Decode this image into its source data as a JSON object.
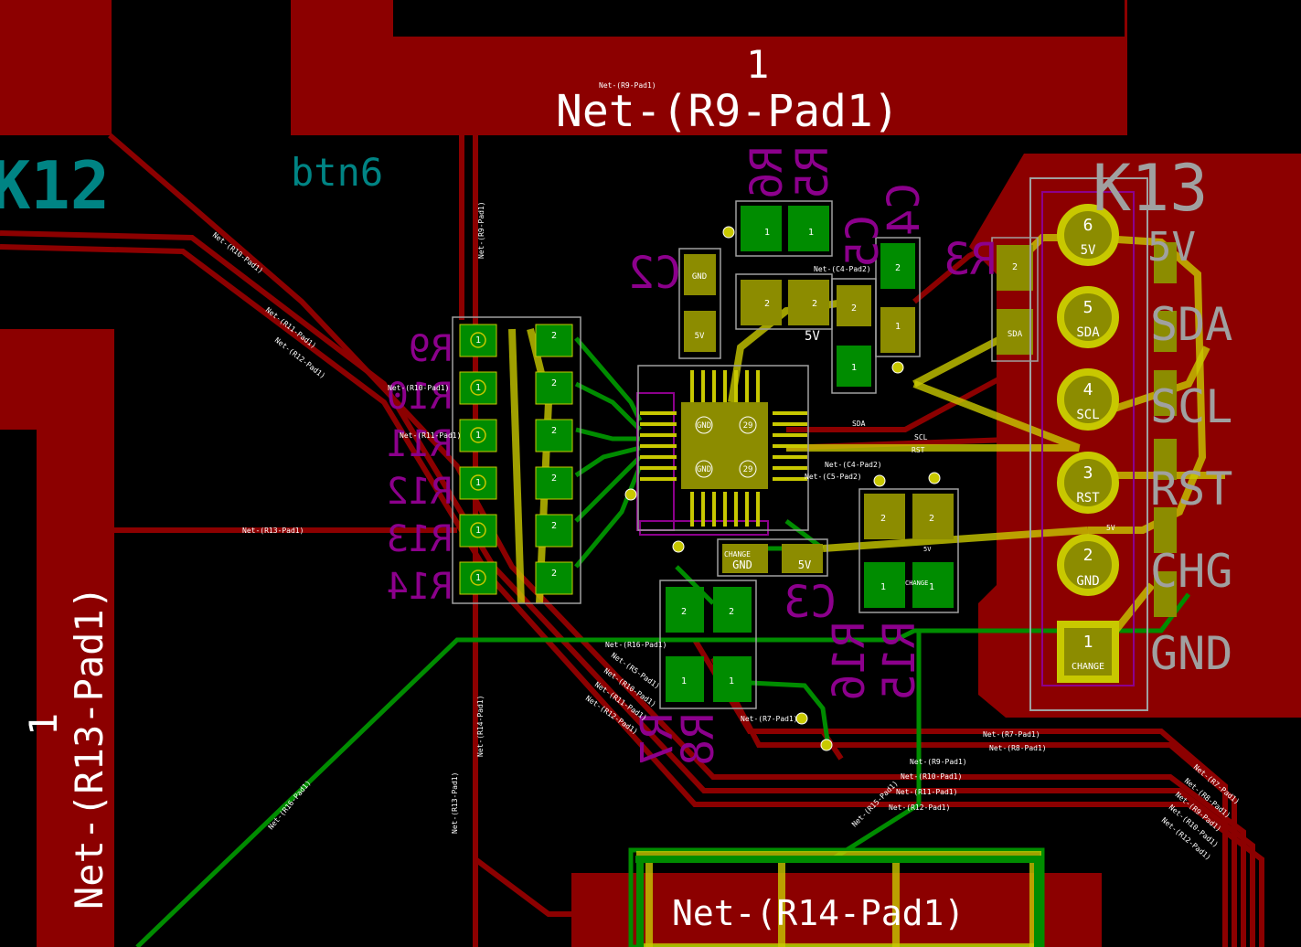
{
  "colors": {
    "background": "#000000",
    "copper_front": "#8c0000",
    "copper_back": "#008c00",
    "silk_front": "#c8c800",
    "silk_back": "#8c008c",
    "pad_smd": "#8c8c00",
    "ref_cyan": "#008484",
    "text_white": "#ffffff",
    "gray_label": "#a0a0a0"
  },
  "footprints": {
    "k12": "K12",
    "k13": "K13",
    "btn6": "btn6",
    "r9_pad": "1",
    "r9_net": "Net-(R9-Pad1)",
    "r13_pad": "1",
    "r13_net": "Net-(R13-Pad1)",
    "r14_net": "Net-(R14-Pad1)"
  },
  "connector": {
    "pins": [
      {
        "num": "6",
        "name": "5V"
      },
      {
        "num": "5",
        "name": "SDA"
      },
      {
        "num": "4",
        "name": "SCL"
      },
      {
        "num": "3",
        "name": "RST"
      },
      {
        "num": "2",
        "name": "GND"
      },
      {
        "num": "1",
        "name": "CHANGE"
      }
    ],
    "side_labels": [
      "5V",
      "SDA",
      "SCL",
      "RST",
      "CHG",
      "GND"
    ]
  },
  "refs": {
    "r9": "R9",
    "r10": "R10",
    "r11": "R11",
    "r12": "R12",
    "r13": "R13",
    "r14": "R14",
    "r5": "R5",
    "r6": "R6",
    "r3": "R3",
    "r7": "R7",
    "r8": "R8",
    "r15": "R15",
    "r16": "R16",
    "c2": "C2",
    "c3": "C3",
    "c4": "C4",
    "c5": "C5"
  },
  "pads": {
    "one": "1",
    "two": "2",
    "gnd": "GND",
    "v5": "5V",
    "sda": "SDA",
    "scl": "SCL",
    "rst": "RST",
    "change": "CHANGE",
    "pad_29": "29"
  },
  "nets": {
    "r9": "Net-(R9-Pad1)",
    "r10": "Net-(R10-Pad1)",
    "r11": "Net-(R11-Pad1)",
    "r12": "Net-(R12-Pad1)",
    "r13": "Net-(R13-Pad1)",
    "r14": "Net-(R14-Pad1)",
    "r16": "Net-(R16-Pad1)",
    "r15": "Net-(R15-Pad1)",
    "r5": "Net-(R5-Pad1)",
    "r7": "Net-(R7-Pad1)",
    "r8": "Net-(R8-Pad1)",
    "c4": "Net-(C4-Pad2)",
    "c5": "Net-(C5-Pad2)"
  }
}
